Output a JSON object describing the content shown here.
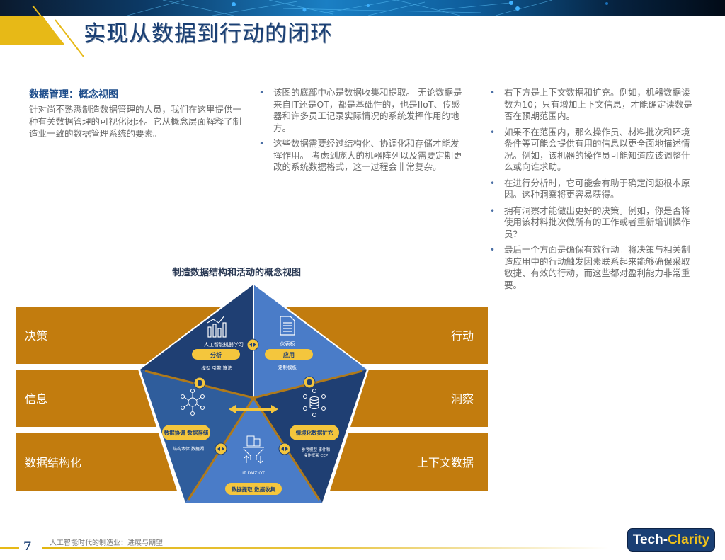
{
  "page": {
    "title": "实现从数据到行动的闭环",
    "page_number": "7",
    "footer_text": "人工智能时代的制造业：进展与期望",
    "logo": {
      "part1": "Tech-",
      "part2": "Clarity"
    }
  },
  "intro": {
    "heading": "数据管理：概念视图",
    "body": "针对尚不熟悉制造数据管理的人员，我们在这里提供一种有关数据管理的可视化闭环。它从概念层面解释了制造业一致的数据管理系统的要素。"
  },
  "column2": {
    "bullets": [
      "该图的底部中心是数据收集和提取。 无论数据是来自IT还是OT，都是基础性的，也是IIoT、传感器和许多员工记录实际情况的系统发挥作用的地方。",
      "这些数据需要经过结构化、协调化和存储才能发挥作用。 考虑到庞大的机器阵列以及需要定期更改的系统数据格式，这一过程会非常复杂。"
    ]
  },
  "column3": {
    "bullets": [
      "右下方是上下文数据和扩充。例如，机器数据读数为10；只有增加上下文信息，才能确定读数是否在预期范围内。",
      "如果不在范围内，那么操作员、材料批次和环境条件等可能会提供有用的信息以更全面地描述情况。例如，该机器的操作员可能知道应该调整什么或向谁求助。",
      "在进行分析时，它可能会有助于确定问题根本原因。这种洞察将更容易获得。",
      "拥有洞察才能做出更好的决策。例如，你是否将使用该材料批次做所有的工作或者重新培训操作员？",
      "最后一个方面是确保有效行动。将决策与相关制造应用中的行动触发因素联系起来能够确保采取敏捷、有效的行动，而这些都对盈利能力非常重要。"
    ]
  },
  "diagram": {
    "title": "制造数据结构和活动的概念视图",
    "bands": [
      {
        "left": "决策",
        "right": "行动"
      },
      {
        "left": "信息",
        "right": "洞察"
      },
      {
        "left": "数据结构化",
        "right": "上下文数据"
      }
    ],
    "segments": {
      "analysis": {
        "label": "分析",
        "top_text": "人工智能机器学习",
        "bottom_text": "模型 引擎 算法",
        "icon": "bar-chart-icon"
      },
      "application": {
        "label": "应用",
        "top_text": "仪表板",
        "bottom_text": "定制模板",
        "icon": "document-icon"
      },
      "harmonize": {
        "label": "数据协调 数据存储",
        "bottom_text": "结构本体 数据湖",
        "icon": "network-hub-icon"
      },
      "context": {
        "label": "情境化数据扩充",
        "bottom_text_1": "参考模型 事件和",
        "bottom_text_2": "操作框架 CEP",
        "icon": "database-network-icon"
      },
      "collect": {
        "label": "数据提取 数据收集",
        "top_text": "IT DMZ OT",
        "icon": "funnel-icon"
      }
    },
    "colors": {
      "band": "#c27c0e",
      "dark_blue": "#1f3f73",
      "mid_blue": "#3b6fb6",
      "light_blue": "#4c7ecb",
      "pill": "#f4c63d",
      "divider": "#b07a1a"
    }
  }
}
